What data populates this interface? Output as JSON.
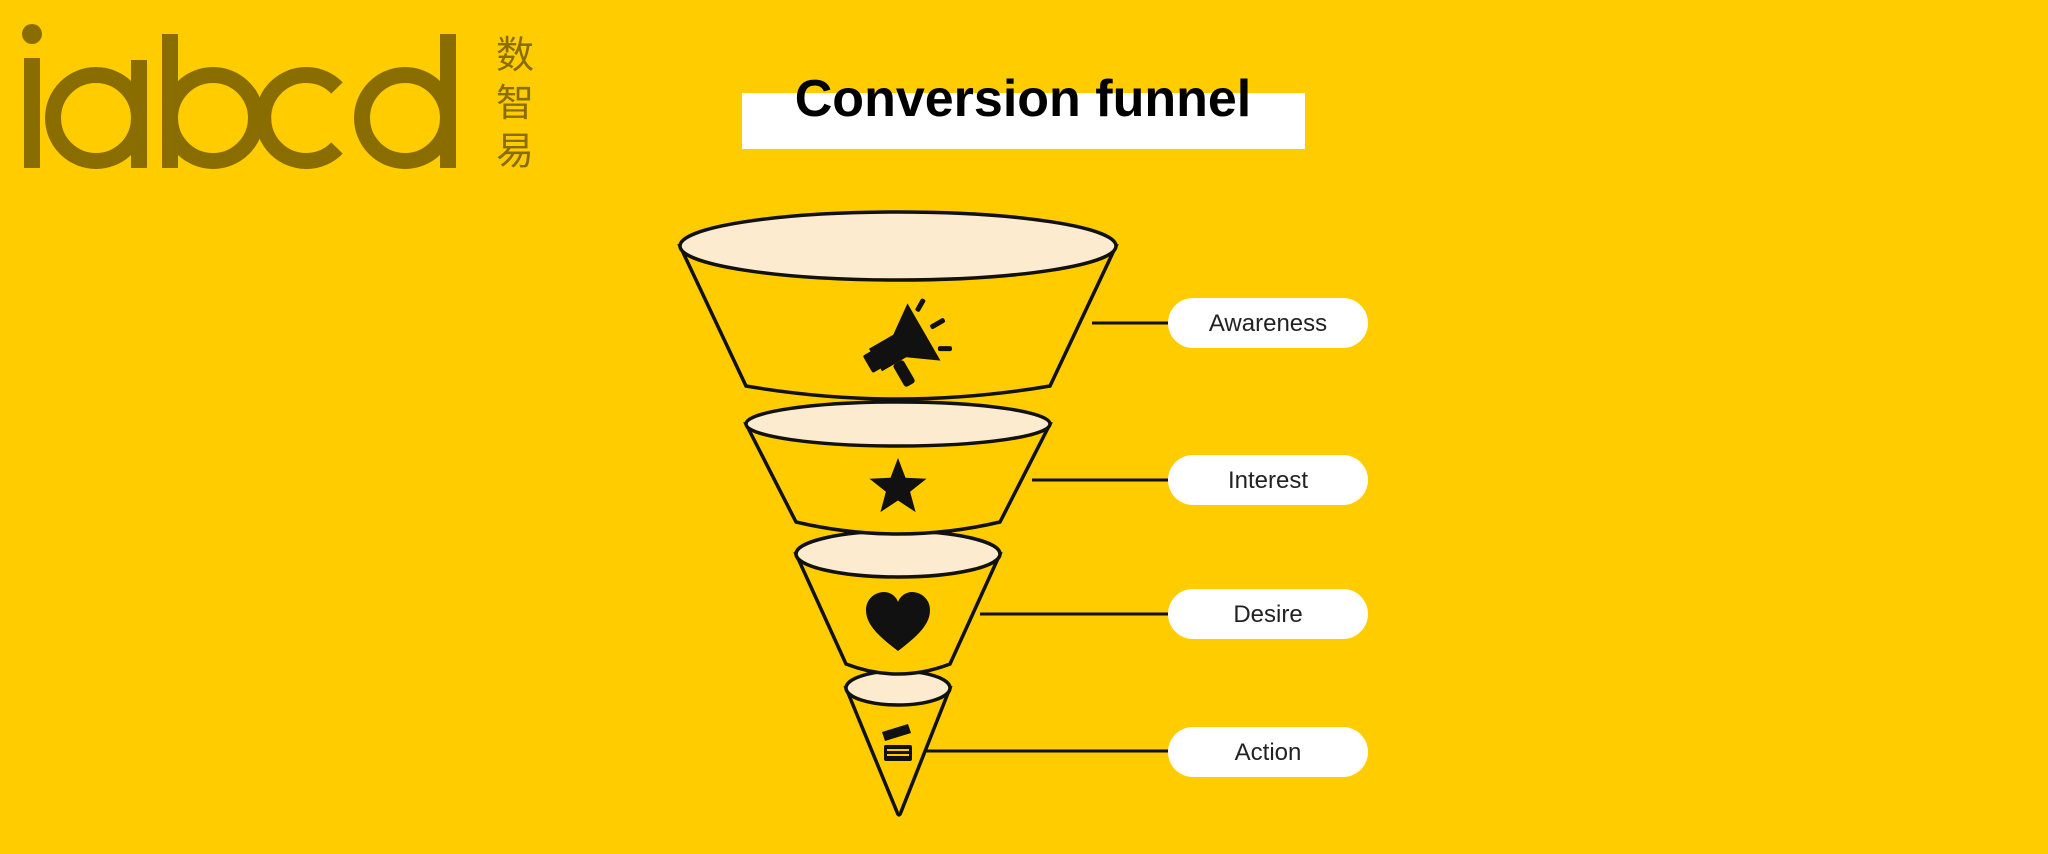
{
  "logo": {
    "wordmark": "iabcd",
    "chinese": [
      "数",
      "智",
      "易"
    ]
  },
  "title": "Conversion funnel",
  "stages": [
    {
      "label": "Awareness",
      "icon": "megaphone-icon"
    },
    {
      "label": "Interest",
      "icon": "star-icon"
    },
    {
      "label": "Desire",
      "icon": "heart-icon"
    },
    {
      "label": "Action",
      "icon": "clapperboard-icon"
    }
  ],
  "colors": {
    "background": "#FFCC00",
    "logo": "#8A6D00",
    "funnel_top": "#FDEBD0",
    "outline": "#111111",
    "label_bg": "#FFFFFF"
  }
}
